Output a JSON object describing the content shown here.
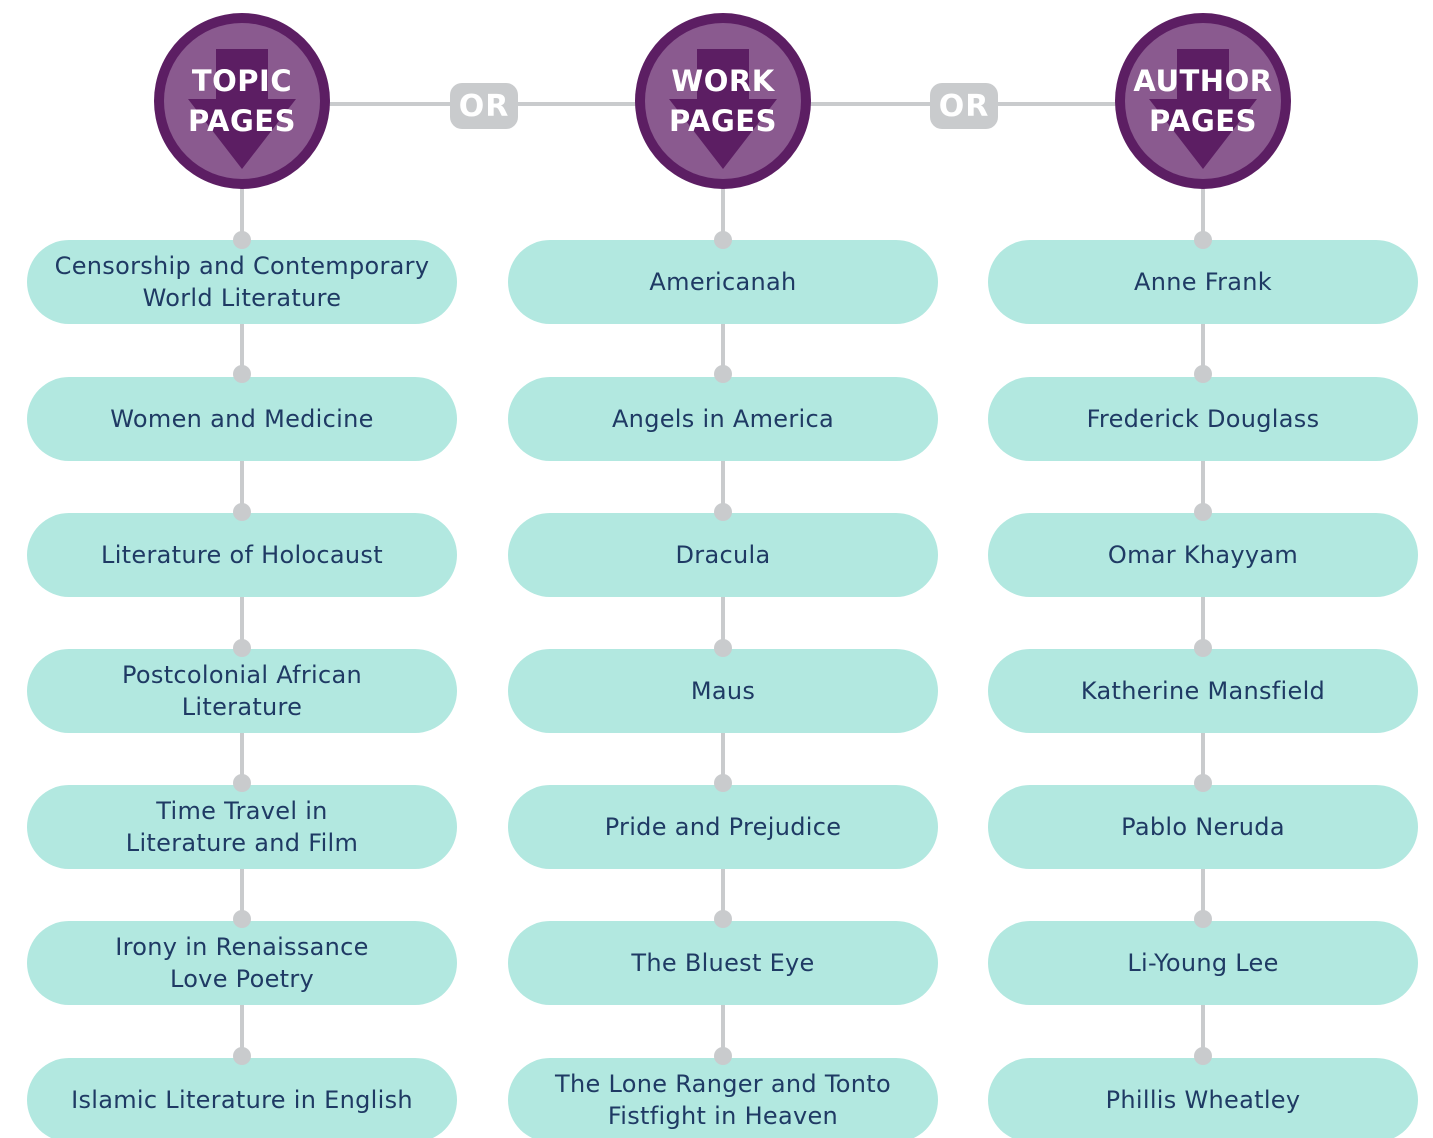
{
  "columns": [
    {
      "header_line1": "TOPIC",
      "header_line2": "PAGES",
      "items": [
        "Censorship and Contemporary World Literature",
        "Women and Medicine",
        "Literature of Holocaust",
        "Postcolonial African Literature",
        "Time Travel in Literature and Film",
        "Irony in Renaissance Love Poetry",
        "Islamic Literature in English"
      ]
    },
    {
      "header_line1": "WORK",
      "header_line2": "PAGES",
      "items": [
        "Americanah",
        "Angels in America",
        "Dracula",
        "Maus",
        "Pride and Prejudice",
        "The Bluest Eye",
        "The Lone Ranger and Tonto Fistfight in Heaven"
      ]
    },
    {
      "header_line1": "AUTHOR",
      "header_line2": "PAGES",
      "items": [
        "Anne Frank",
        "Frederick Douglass",
        "Omar Khayyam",
        "Katherine Mansfield",
        "Pablo Neruda",
        "Li-Young Lee",
        "Phillis Wheatley"
      ]
    }
  ],
  "connectors": {
    "or_label_1": "OR",
    "or_label_2": "OR"
  },
  "colors": {
    "header_dark": "#5c1e63",
    "header_light": "#8a5a8f",
    "pill": "#b2e8e0",
    "pill_text": "#1f3a64",
    "connector": "#c9cbcd"
  }
}
